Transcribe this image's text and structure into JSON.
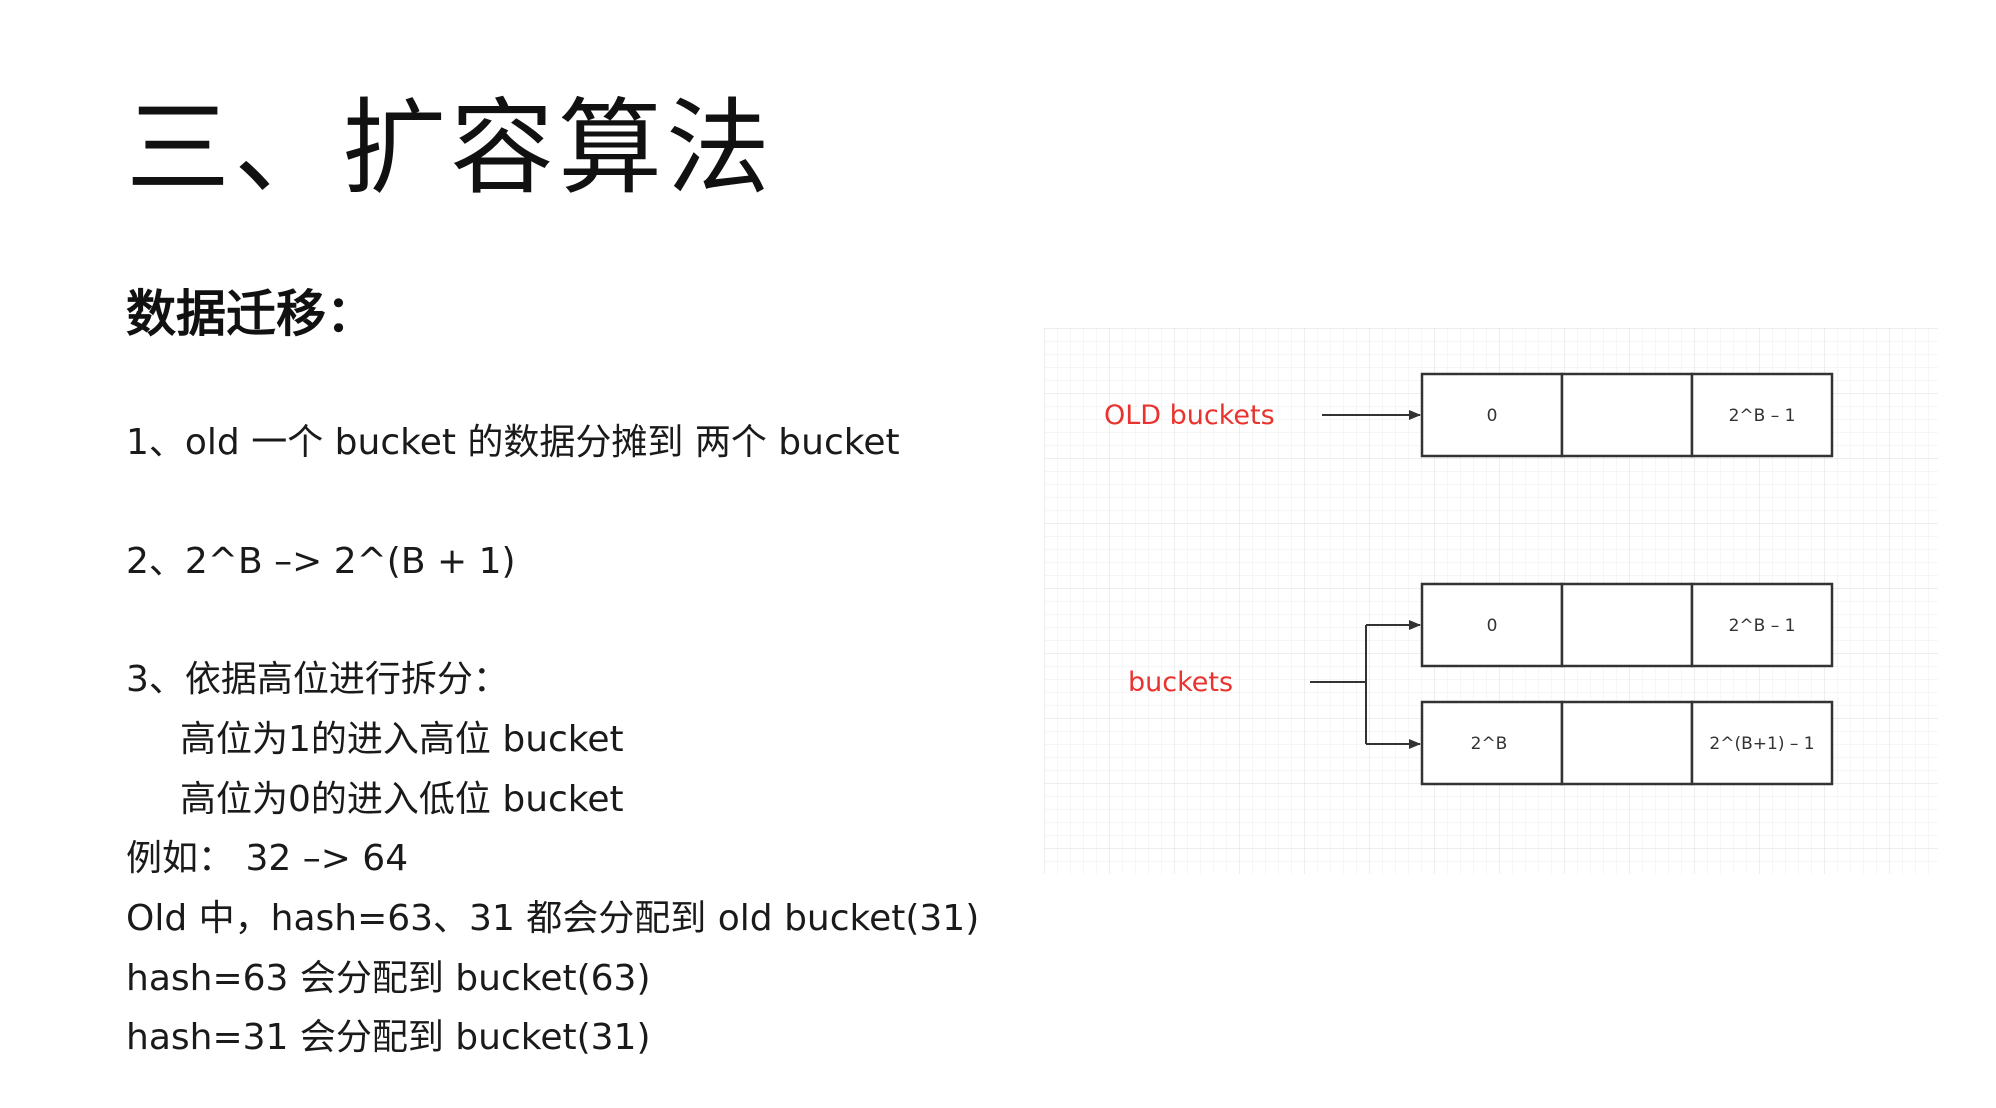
{
  "title": "三、扩容算法",
  "section": {
    "heading": "数据迁移："
  },
  "lines": {
    "l1": "1、old 一个 bucket 的数据分摊到 两个 bucket",
    "l2": "2、2^B –>  2^(B + 1)",
    "l3": "3、依据高位进行拆分：",
    "l3a": "高位为1的进入高位 bucket",
    "l3b": "高位为0的进入低位 bucket",
    "example": "例如：  32 –> 64",
    "ex1": "Old 中，hash=63、31 都会分配到 old bucket(31)",
    "ex2": "hash=63 会分配到 bucket(63)",
    "ex3": "hash=31 会分配到 bucket(31)"
  },
  "diagram": {
    "label_color": "#e8332e",
    "old": {
      "label": "OLD buckets",
      "cells": [
        "0",
        "",
        "2^B – 1"
      ]
    },
    "new": {
      "label": "buckets",
      "row1": [
        "0",
        "",
        "2^B – 1"
      ],
      "row2": [
        "2^B",
        "",
        "2^(B+1) – 1"
      ]
    }
  }
}
